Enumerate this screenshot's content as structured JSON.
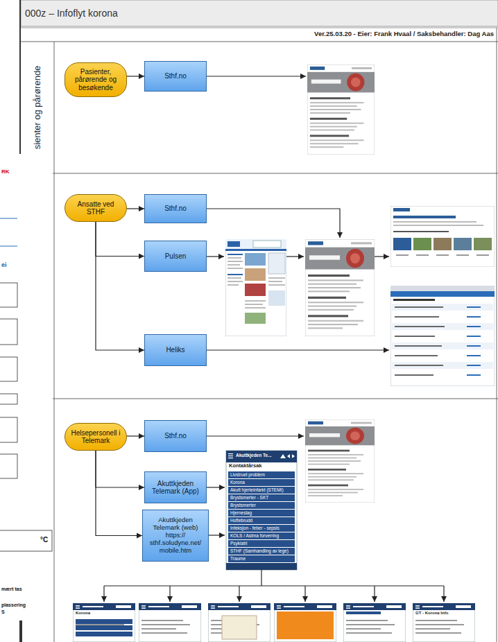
{
  "diagram": {
    "title": "000z – Infoflyt korona",
    "nodes": [
      {
        "text": [
          "sienter og pårørende"
        ]
      },
      {
        "text": [
          "Pasienter, pårørende og besøkende"
        ]
      },
      {
        "text": [
          "Sthf.no"
        ]
      },
      {
        "text": [
          "Ansatte ved STHF"
        ]
      },
      {
        "text": [
          "Sthf.no"
        ]
      },
      {
        "text": [
          "Pulsen"
        ]
      },
      {
        "text": [
          "Heliks"
        ]
      },
      {
        "text": [
          "Helsepersonell i Telemark"
        ]
      },
      {
        "text": [
          "Sthf.no"
        ]
      },
      {
        "text": [
          "Akuttkjeden Telemark (App)"
        ]
      },
      {
        "text": [
          "Akuttkjeden Telemark (web) https:// sthf.soludyne.net/ mobile.htm"
        ]
      }
    ],
    "edges": [
      {
        "from": 1,
        "to": 2,
        "arrow": "to"
      },
      {
        "from": 3,
        "to": 4,
        "arrow": "to"
      },
      {
        "from": 3,
        "to": 5,
        "arrow": "to"
      },
      {
        "from": 3,
        "to": 6,
        "arrow": "to"
      },
      {
        "from": 7,
        "to": 8,
        "arrow": "to"
      },
      {
        "from": 7,
        "to": 9,
        "arrow": "to"
      },
      {
        "from": 7,
        "to": 10,
        "arrow": "to"
      }
    ],
    "labels": [
      "Ver.25.03.20 - Eier: Frank Hvaal / Saksbehandler: Dag Aas",
      "RK",
      "ei",
      "°C",
      "mært tas",
      "plassering",
      "S",
      "Akuttkjeden Te...",
      "Kontaktårsak",
      "Livstruet problem",
      "Korona",
      "Akutt hjerteinfarkt (STEMI)",
      "Brystsmerter - SKT",
      "Brystsmerter",
      "Hjerneslag",
      "Hoftebrudd",
      "Infeksjon - feber - sepsis",
      "KOLS / Astma forverring",
      "Psykiatri",
      "STHF (Samhandling av lege)",
      "Traume",
      "Korona",
      "GT - Korona Info"
    ]
  }
}
